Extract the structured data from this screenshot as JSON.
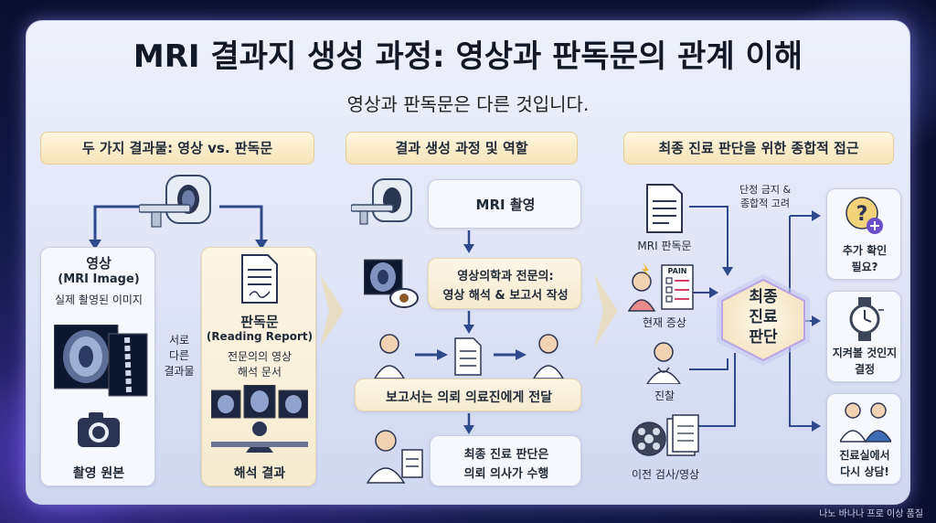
{
  "title": "MRI 결과지 생성 과정: 영상과 판독문의 관계 이해",
  "subtitle": "영상과 판독문은 다른 것입니다.",
  "sections": {
    "left": "두 가지 결과물: 영상 vs. 판독문",
    "middle": "결과 생성 과정 및 역할",
    "right": "최종 진료 판단을 위한 종합적 접근"
  },
  "left": {
    "image_card": {
      "title": "영상",
      "subtitle": "(MRI Image)",
      "desc": "실제 촬영된 이미지",
      "bottom": "촬영 원본"
    },
    "divider_text": [
      "서로",
      "다른",
      "결과물"
    ],
    "report_card": {
      "title": "판독문",
      "subtitle": "(Reading Report)",
      "desc1": "전문의의 영상",
      "desc2": "해석 문서",
      "bottom": "해석 결과"
    }
  },
  "middle": {
    "step1": "MRI 촬영",
    "step2_line1": "영상의학과 전문의:",
    "step2_line2": "영상 해석 & 보고서 작성",
    "step3": "보고서는 의뢰 의료진에게 전달",
    "step4_line1": "최종 진료 판단은",
    "step4_line2": "의뢰 의사가 수행"
  },
  "right": {
    "inputs": [
      "MRI 판독문",
      "현재 증상",
      "진찰",
      "이전 검사/영상"
    ],
    "note_line1": "단정 금지 &",
    "note_line2": "종합적 고려",
    "pain_label": "PAIN",
    "center_line1": "최종",
    "center_line2": "진료",
    "center_line3": "판단",
    "outputs": [
      {
        "line1": "추가 확인",
        "line2": "필요?"
      },
      {
        "line1": "지켜볼 것인지",
        "line2": "결정"
      },
      {
        "line1": "진료실에서",
        "line2": "다시 상담!"
      }
    ]
  },
  "footer": "나노 바나나 프로 이상 품질",
  "colors": {
    "accent": "#2b3a67",
    "warm": "#f6e4b8",
    "arrow": "#2f4a8a"
  }
}
